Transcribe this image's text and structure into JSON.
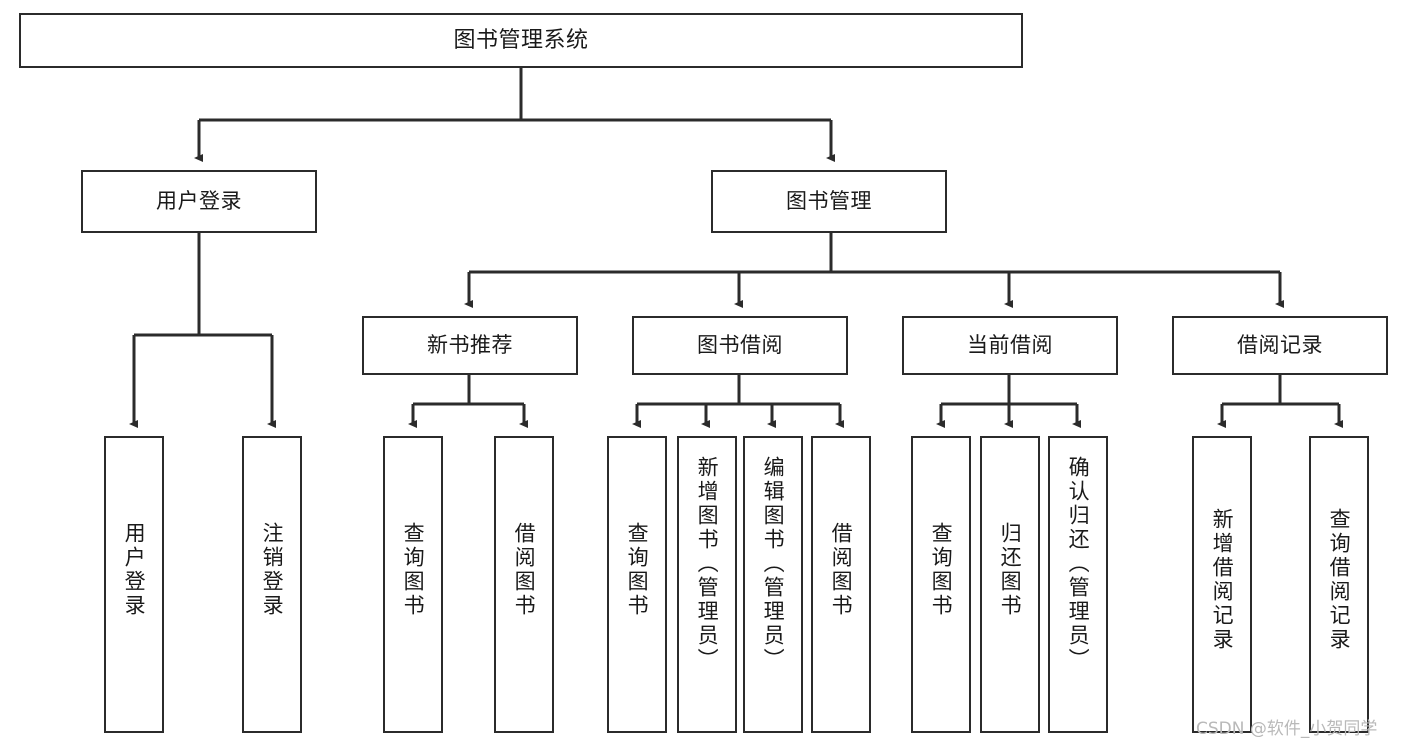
{
  "diagram": {
    "title": "图书管理系统",
    "type": "hierarchy-tree",
    "line_color": "#2b2b2b",
    "box_fill": "#ffffff",
    "text_color": "#1a1a1a",
    "root": {
      "label": "图书管理系统"
    },
    "level2": [
      {
        "label": "用户登录"
      },
      {
        "label": "图书管理"
      }
    ],
    "level3": [
      {
        "label": "新书推荐"
      },
      {
        "label": "图书借阅"
      },
      {
        "label": "当前借阅"
      },
      {
        "label": "借阅记录"
      }
    ],
    "leaves": {
      "user_login": [
        {
          "label": "用户登录"
        },
        {
          "label": "注销登录"
        }
      ],
      "new_book_recommend": [
        {
          "label": "查询图书"
        },
        {
          "label": "借阅图书"
        }
      ],
      "book_borrow": [
        {
          "label": "查询图书"
        },
        {
          "label": "新增图书（管理员）"
        },
        {
          "label": "编辑图书（管理员）"
        },
        {
          "label": "借阅图书"
        }
      ],
      "current_borrow": [
        {
          "label": "查询图书"
        },
        {
          "label": "归还图书"
        },
        {
          "label": "确认归还（管理员）"
        }
      ],
      "borrow_records": [
        {
          "label": "新增借阅记录"
        },
        {
          "label": "查询借阅记录"
        }
      ]
    }
  },
  "watermark": {
    "text": "CSDN @软件_小贺同学"
  }
}
